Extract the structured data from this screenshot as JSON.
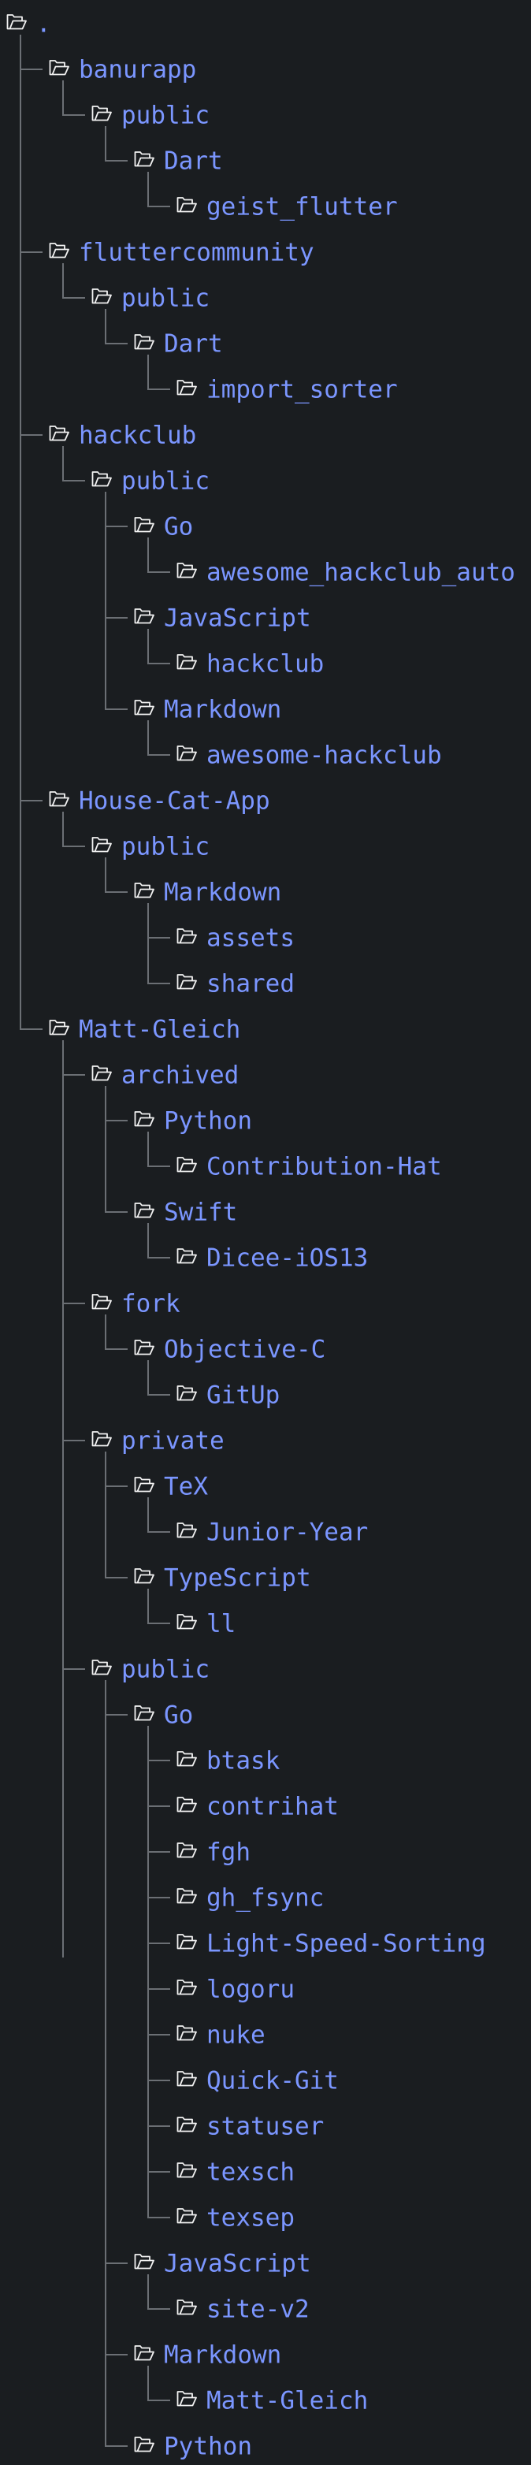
{
  "icon": "folder-open-icon",
  "colors": {
    "background": "#1a1d20",
    "label": "#7b96ff",
    "icon": "#f2f2f2",
    "guide": "#6b6f74"
  },
  "tree": [
    {
      "depth": 0,
      "label": "."
    },
    {
      "depth": 1,
      "label": "banurapp",
      "last": false
    },
    {
      "depth": 2,
      "label": "public",
      "last": true
    },
    {
      "depth": 3,
      "label": "Dart",
      "last": true
    },
    {
      "depth": 4,
      "label": "geist_flutter",
      "last": true
    },
    {
      "depth": 1,
      "label": "fluttercommunity",
      "last": false
    },
    {
      "depth": 2,
      "label": "public",
      "last": true
    },
    {
      "depth": 3,
      "label": "Dart",
      "last": true
    },
    {
      "depth": 4,
      "label": "import_sorter",
      "last": true
    },
    {
      "depth": 1,
      "label": "hackclub",
      "last": false
    },
    {
      "depth": 2,
      "label": "public",
      "last": true
    },
    {
      "depth": 3,
      "label": "Go",
      "last": false
    },
    {
      "depth": 4,
      "label": "awesome_hackclub_auto",
      "last": true
    },
    {
      "depth": 3,
      "label": "JavaScript",
      "last": false
    },
    {
      "depth": 4,
      "label": "hackclub",
      "last": true
    },
    {
      "depth": 3,
      "label": "Markdown",
      "last": true
    },
    {
      "depth": 4,
      "label": "awesome-hackclub",
      "last": true
    },
    {
      "depth": 1,
      "label": "House-Cat-App",
      "last": false
    },
    {
      "depth": 2,
      "label": "public",
      "last": true
    },
    {
      "depth": 3,
      "label": "Markdown",
      "last": true
    },
    {
      "depth": 4,
      "label": "assets",
      "last": false
    },
    {
      "depth": 4,
      "label": "shared",
      "last": true
    },
    {
      "depth": 1,
      "label": "Matt-Gleich",
      "last": true
    },
    {
      "depth": 2,
      "label": "archived",
      "last": false
    },
    {
      "depth": 3,
      "label": "Python",
      "last": false
    },
    {
      "depth": 4,
      "label": "Contribution-Hat",
      "last": true
    },
    {
      "depth": 3,
      "label": "Swift",
      "last": true
    },
    {
      "depth": 4,
      "label": "Dicee-iOS13",
      "last": true
    },
    {
      "depth": 2,
      "label": "fork",
      "last": false
    },
    {
      "depth": 3,
      "label": "Objective-C",
      "last": true
    },
    {
      "depth": 4,
      "label": "GitUp",
      "last": true
    },
    {
      "depth": 2,
      "label": "private",
      "last": false
    },
    {
      "depth": 3,
      "label": "TeX",
      "last": false
    },
    {
      "depth": 4,
      "label": "Junior-Year",
      "last": true
    },
    {
      "depth": 3,
      "label": "TypeScript",
      "last": true
    },
    {
      "depth": 4,
      "label": "ll",
      "last": true
    },
    {
      "depth": 2,
      "label": "public",
      "last": false
    },
    {
      "depth": 3,
      "label": "Go",
      "last": false
    },
    {
      "depth": 4,
      "label": "btask",
      "last": false
    },
    {
      "depth": 4,
      "label": "contrihat",
      "last": false
    },
    {
      "depth": 4,
      "label": "fgh",
      "last": false
    },
    {
      "depth": 4,
      "label": "gh_fsync",
      "last": false
    },
    {
      "depth": 4,
      "label": "Light-Speed-Sorting",
      "last": false
    },
    {
      "depth": 4,
      "label": "logoru",
      "last": false
    },
    {
      "depth": 4,
      "label": "nuke",
      "last": false
    },
    {
      "depth": 4,
      "label": "Quick-Git",
      "last": false
    },
    {
      "depth": 4,
      "label": "statuser",
      "last": false
    },
    {
      "depth": 4,
      "label": "texsch",
      "last": false
    },
    {
      "depth": 4,
      "label": "texsep",
      "last": true
    },
    {
      "depth": 3,
      "label": "JavaScript",
      "last": false
    },
    {
      "depth": 4,
      "label": "site-v2",
      "last": true
    },
    {
      "depth": 3,
      "label": "Markdown",
      "last": false
    },
    {
      "depth": 4,
      "label": "Matt-Gleich",
      "last": true
    },
    {
      "depth": 3,
      "label": "Python",
      "last": false
    }
  ]
}
